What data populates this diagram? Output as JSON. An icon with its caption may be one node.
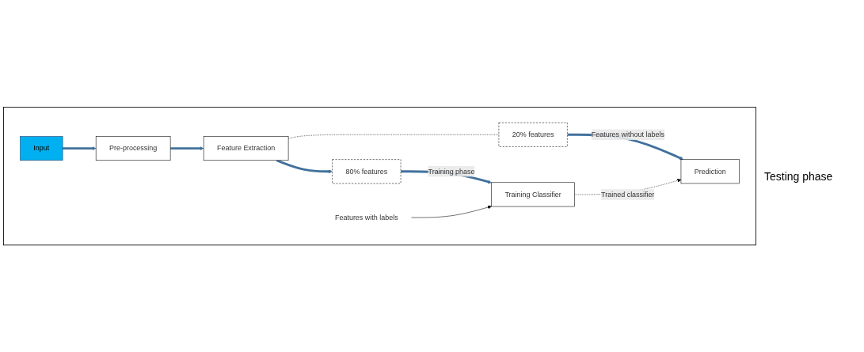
{
  "diagram": {
    "nodes": [
      {
        "text": [],
        "shape": "box"
      },
      {
        "text": [
          "Input"
        ],
        "in": 0
      },
      {
        "text": [
          "Pre-processing"
        ],
        "in": 0
      },
      {
        "text": [
          "Feature Extraction"
        ],
        "in": 0
      },
      {
        "text": [
          "80% features"
        ],
        "in": 0
      },
      {
        "text": [
          "Training Classifier"
        ],
        "in": 0
      },
      {
        "text": [
          "20% features"
        ],
        "in": 0
      },
      {
        "text": [
          "Prediction"
        ],
        "in": 0
      },
      {
        "text": [
          "Features with labels"
        ],
        "in": 0
      }
    ],
    "edges": [
      {
        "from": 1,
        "to": 2,
        "arrow": "to"
      },
      {
        "from": 2,
        "to": 3,
        "arrow": "to"
      },
      {
        "from": 3,
        "to": 4,
        "arrow": "to"
      },
      {
        "from": 4,
        "to": 5,
        "arrow": "to",
        "label": "Training phase"
      },
      {
        "from": 3,
        "to": 6,
        "arrow": "none",
        "style": "dashed",
        "color": "#000000"
      },
      {
        "from": 6,
        "to": 7,
        "arrow": "to",
        "label": "Features without labels"
      },
      {
        "from": 5,
        "to": 7,
        "arrow": "to",
        "style": "dashed",
        "color": "#000000",
        "label": "Trained classifier"
      },
      {
        "from": 8,
        "to": 5,
        "arrow": "to",
        "color": "#000000"
      }
    ],
    "labels": [
      "Testing phase"
    ]
  }
}
